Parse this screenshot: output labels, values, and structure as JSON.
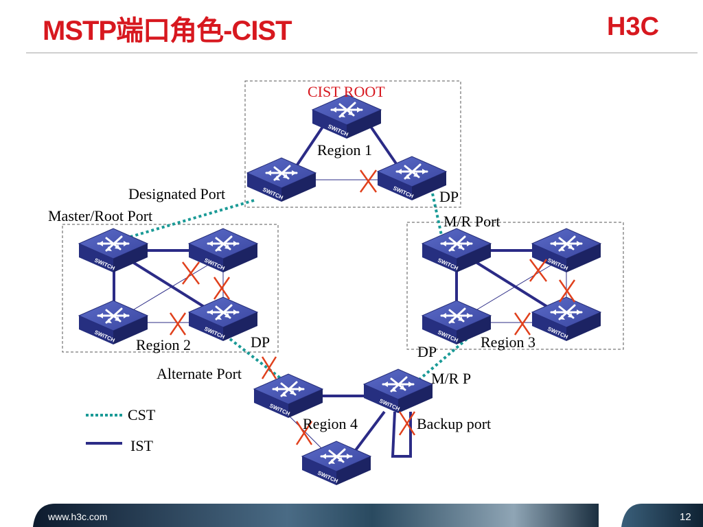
{
  "slide": {
    "title": "MSTP端口角色-CIST",
    "footer_url": "www.h3c.com",
    "page_number": "12"
  },
  "logo": {
    "text": "H3C",
    "color": "#d7181f"
  },
  "colors": {
    "ist": "#2b2b86",
    "cst": "#1a9a96",
    "blocked": "#e0401c",
    "root_label": "#d7181f"
  },
  "diagram": {
    "cist_root_label": "CIST ROOT",
    "regions": {
      "region1": "Region 1",
      "region2": "Region 2",
      "region3": "Region 3",
      "region4": "Region 4"
    },
    "port_labels": {
      "designated_port": "Designated Port",
      "master_root_port": "Master/Root Port",
      "dp_r1_right": "DP",
      "mr_port_r3": "M/R Port",
      "dp_r2": "DP",
      "alternate_port": "Alternate Port",
      "dp_r3": "DP",
      "mr_p_r4": "M/R P",
      "backup_port": "Backup port"
    },
    "switch_label": "SWITCH"
  },
  "legend": [
    {
      "label": "CST",
      "style": "dotted",
      "color": "#1a9a96"
    },
    {
      "label": "IST",
      "style": "solid",
      "color": "#2b2b86"
    }
  ]
}
